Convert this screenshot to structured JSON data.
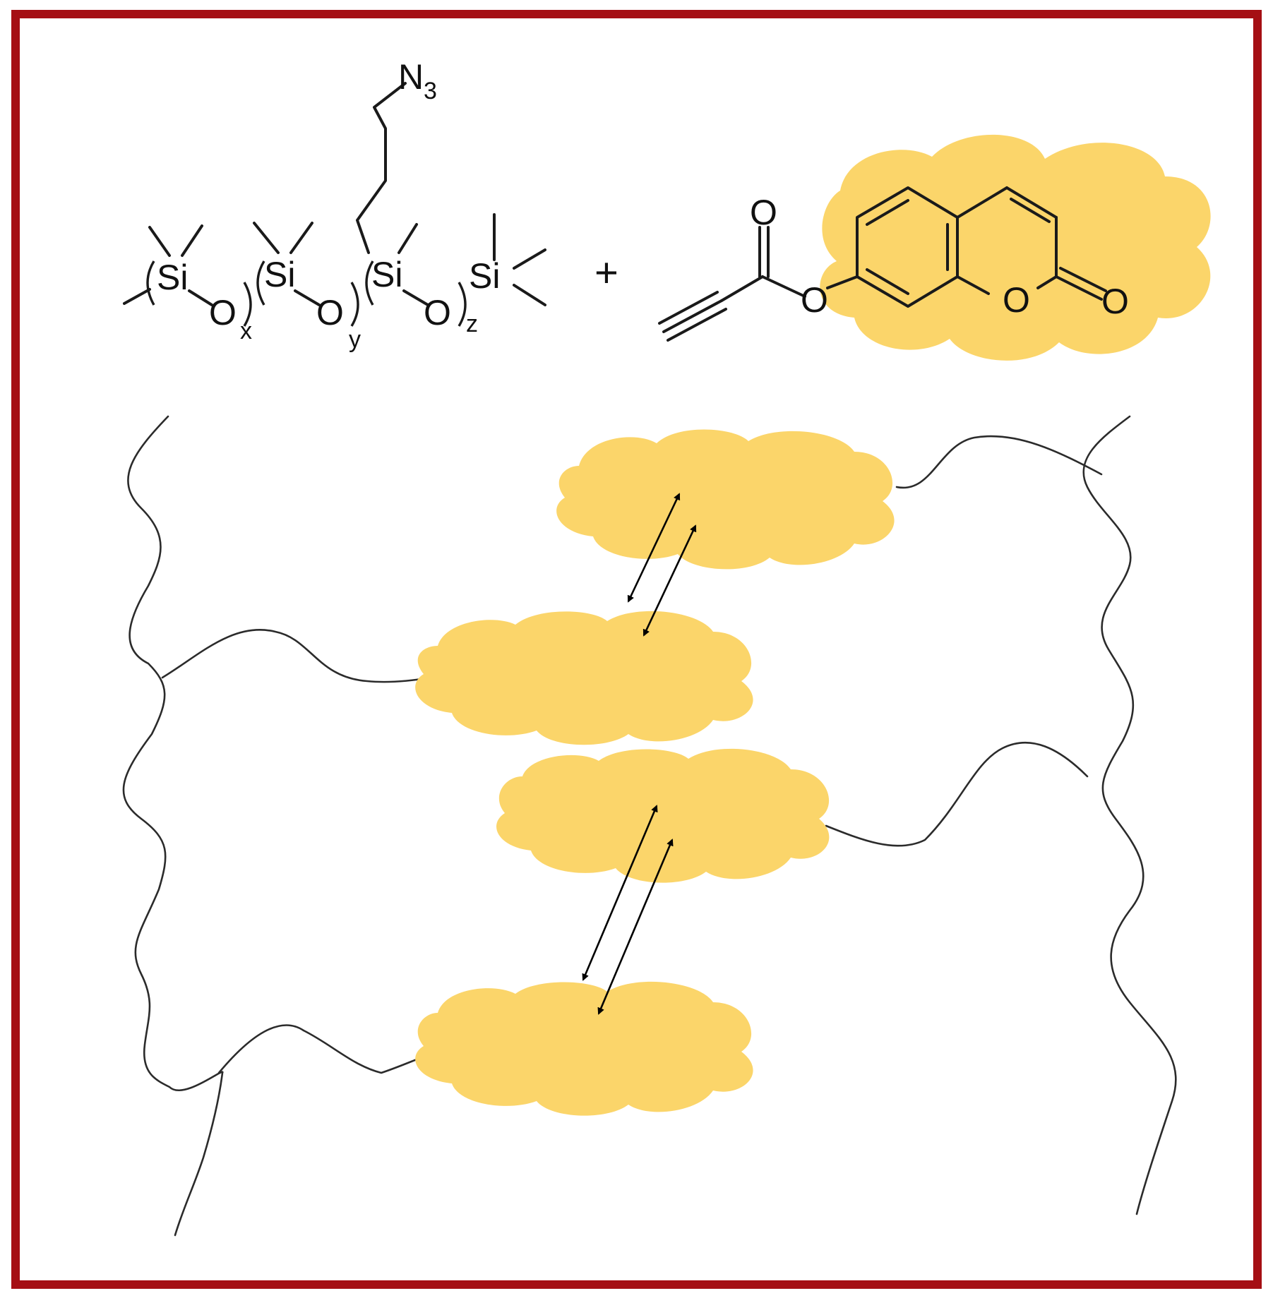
{
  "colors": {
    "frame": "#a50f14",
    "blob": "#fbd56a",
    "line": "#2b2b2b"
  },
  "polymer": {
    "si1": "Si",
    "si2": "Si",
    "si3": "Si",
    "si4": "Si",
    "o1": "O",
    "o2": "O",
    "o3": "O",
    "sub_x": "x",
    "sub_y": "y",
    "sub_z": "z",
    "azide_n": "N",
    "azide_sub": "3"
  },
  "reaction": {
    "plus": "+"
  },
  "coumarin_reagent": {
    "carbonyl_o": "O",
    "ester_o": "O",
    "ring_o": "O",
    "lactone_o": "O"
  }
}
